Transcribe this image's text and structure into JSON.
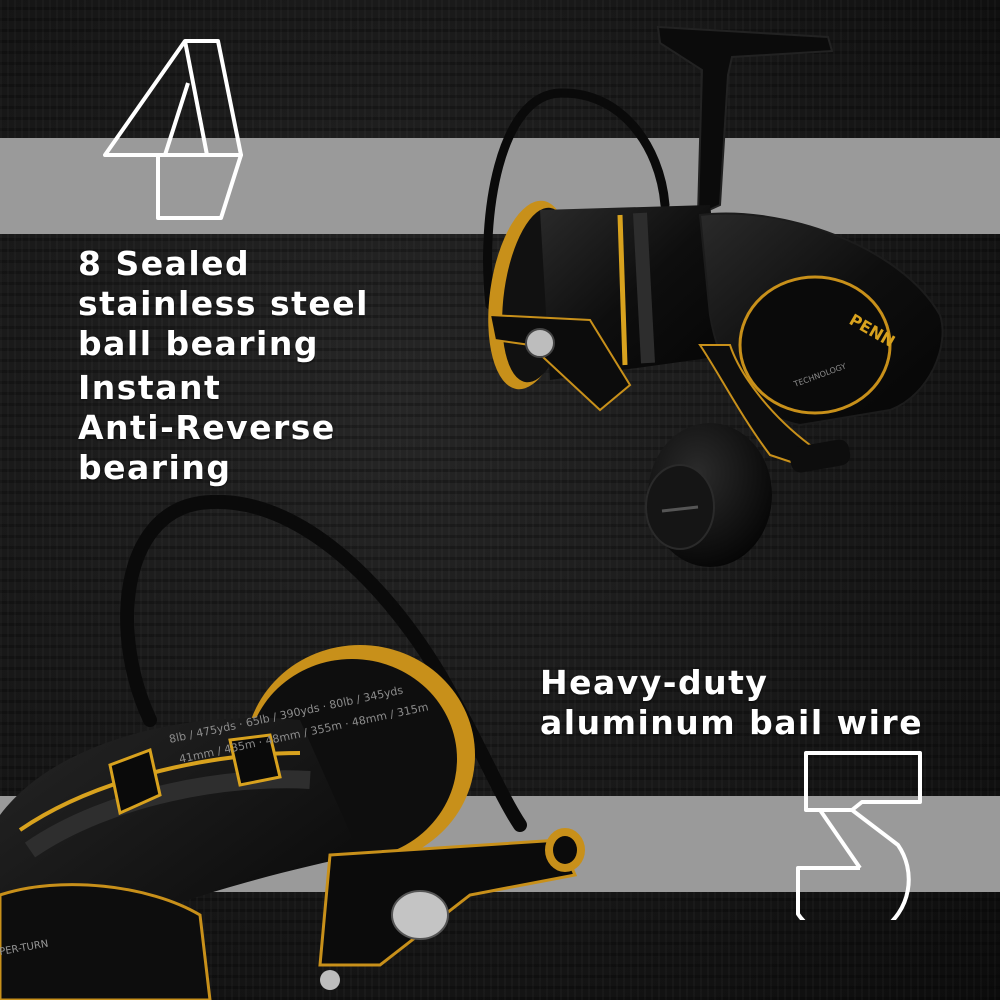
{
  "features": {
    "bearing": [
      "8 Sealed",
      "stainless steel",
      "ball bearing"
    ],
    "anti_reverse": [
      "Instant",
      "Anti-Reverse",
      "bearing"
    ],
    "bail": [
      "Heavy-duty",
      "aluminum bail wire"
    ]
  },
  "reel": {
    "brand": "PENN",
    "spool_specs": "8lb / 475yds · 65lb / 390yds · 80lb / 345yds",
    "spool_specs_metric": "41mm / 435m · 48mm / 355m · 48mm / 315m",
    "sideplate_text": "TECHNOLOGY",
    "rotor_text": "PER-TURN"
  },
  "colors": {
    "background": "#161616",
    "band": "#9a9a9a",
    "text": "#ffffff",
    "gold_accent": "#d8a21e",
    "reel_body": "#0d0d0d"
  },
  "icons": [
    "folded-shape-icon",
    "curved-arrow-shape-icon"
  ]
}
